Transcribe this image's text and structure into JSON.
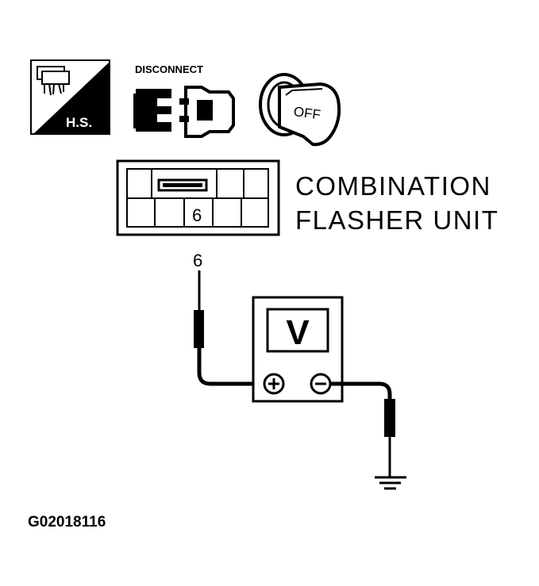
{
  "icons": {
    "harness": {
      "name": "harness-connector-icon",
      "label": "H.S."
    },
    "disconnect": {
      "name": "disconnect-connector-icon",
      "label": "DISCONNECT"
    },
    "ignition": {
      "name": "ignition-key-off-icon",
      "label": "OFF"
    }
  },
  "connector": {
    "title_line1": "COMBINATION",
    "title_line2": "FLASHER UNIT",
    "terminal_label": "6"
  },
  "probe": {
    "terminal": "6"
  },
  "voltmeter": {
    "symbol": "V",
    "positive": "+",
    "negative": "−"
  },
  "figure_code": "G02018116"
}
